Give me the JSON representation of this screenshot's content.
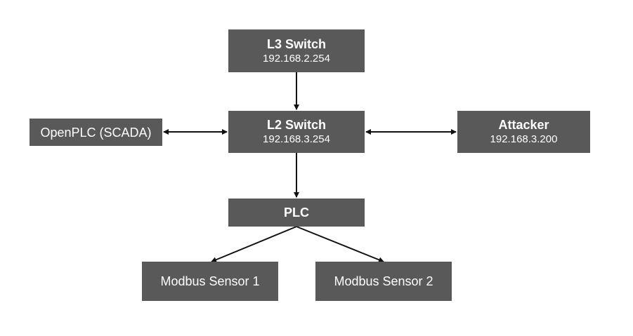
{
  "nodes": {
    "l3_switch": {
      "title": "L3 Switch",
      "ip": "192.168.2.254"
    },
    "l2_switch": {
      "title": "L2 Switch",
      "ip": "192.168.3.254"
    },
    "openplc": {
      "label": "OpenPLC (SCADA)"
    },
    "attacker": {
      "title": "Attacker",
      "ip": "192.168.3.200"
    },
    "plc": {
      "title": "PLC"
    },
    "sensor1": {
      "label": "Modbus Sensor 1"
    },
    "sensor2": {
      "label": "Modbus Sensor 2"
    }
  },
  "colors": {
    "node_fill": "#595959",
    "node_text": "#ffffff",
    "connector": "#111111",
    "background": "#ffffff"
  }
}
